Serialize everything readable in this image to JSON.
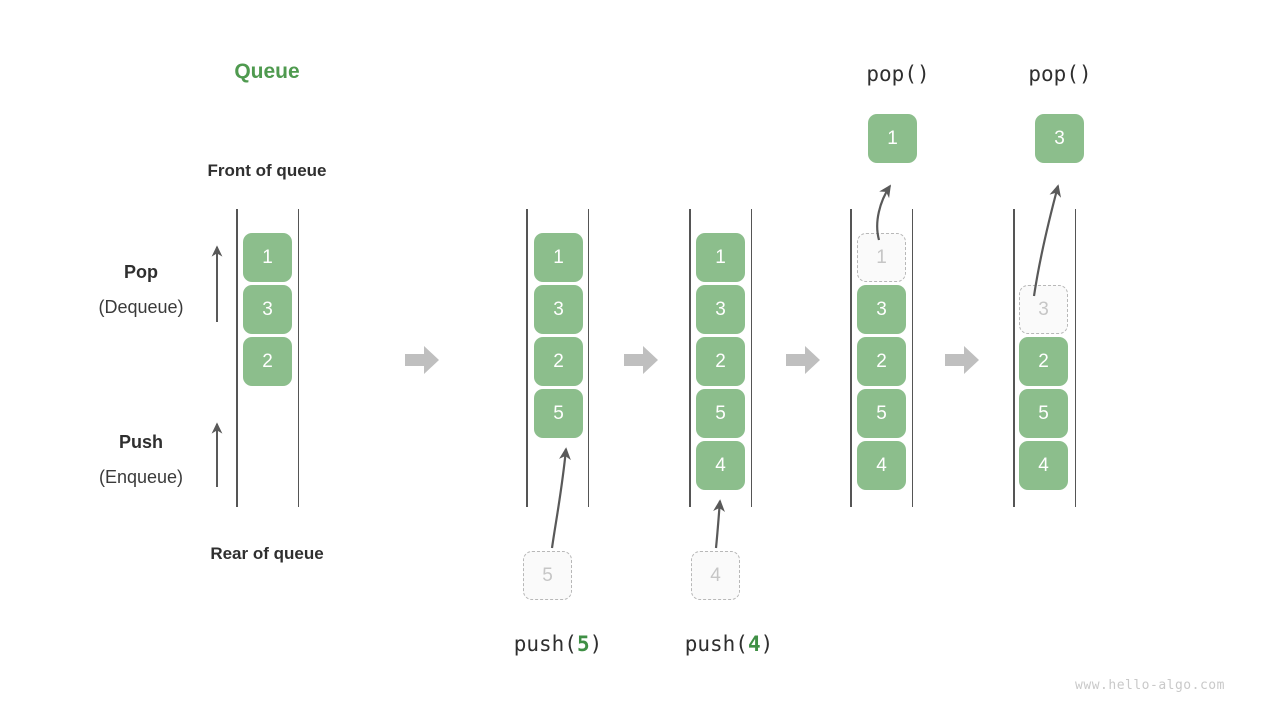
{
  "page": {
    "title": "Queue",
    "watermark": "www.hello-algo.com",
    "background": "#ffffff",
    "accent_green": "#4f9a4f",
    "node_green": "#8cbe8c",
    "ghost_grey": "#c6c6c6",
    "rail_grey": "#555555",
    "step_arrow_grey": "#bfbfbf"
  },
  "labels": {
    "front_of_queue": "Front of queue",
    "rear_of_queue": "Rear of queue",
    "pop_title": "Pop",
    "pop_subtitle": "(Dequeue)",
    "push_title": "Push",
    "push_subtitle": "(Enqueue)"
  },
  "columns": [
    {
      "id": "initial",
      "caption": "",
      "caption_arg": "",
      "items": [
        "1",
        "3",
        "2"
      ],
      "ghost_index": -1,
      "incoming": null,
      "popped": null
    },
    {
      "id": "after-push-5",
      "caption": "push(",
      "caption_arg": "5",
      "caption_tail": ")",
      "items": [
        "1",
        "3",
        "2",
        "5"
      ],
      "ghost_index": -1,
      "incoming": "5",
      "popped": null
    },
    {
      "id": "after-push-4",
      "caption": "push(",
      "caption_arg": "4",
      "caption_tail": ")",
      "items": [
        "1",
        "3",
        "2",
        "5",
        "4"
      ],
      "ghost_index": -1,
      "incoming": "4",
      "popped": null
    },
    {
      "id": "after-pop-1",
      "caption": "pop()",
      "caption_arg": "",
      "items": [
        "1",
        "3",
        "2",
        "5",
        "4"
      ],
      "ghost_index": 0,
      "incoming": null,
      "popped": "1"
    },
    {
      "id": "after-pop-3",
      "caption": "pop()",
      "caption_arg": "",
      "items": [
        "3",
        "2",
        "5",
        "4"
      ],
      "ghost_index": 0,
      "incoming": null,
      "popped": "3"
    }
  ],
  "step_arrows": [
    {
      "name": "step-arrow-1"
    },
    {
      "name": "step-arrow-2"
    },
    {
      "name": "step-arrow-3"
    },
    {
      "name": "step-arrow-4"
    }
  ],
  "pop_captions": [
    "pop()",
    "pop()"
  ]
}
